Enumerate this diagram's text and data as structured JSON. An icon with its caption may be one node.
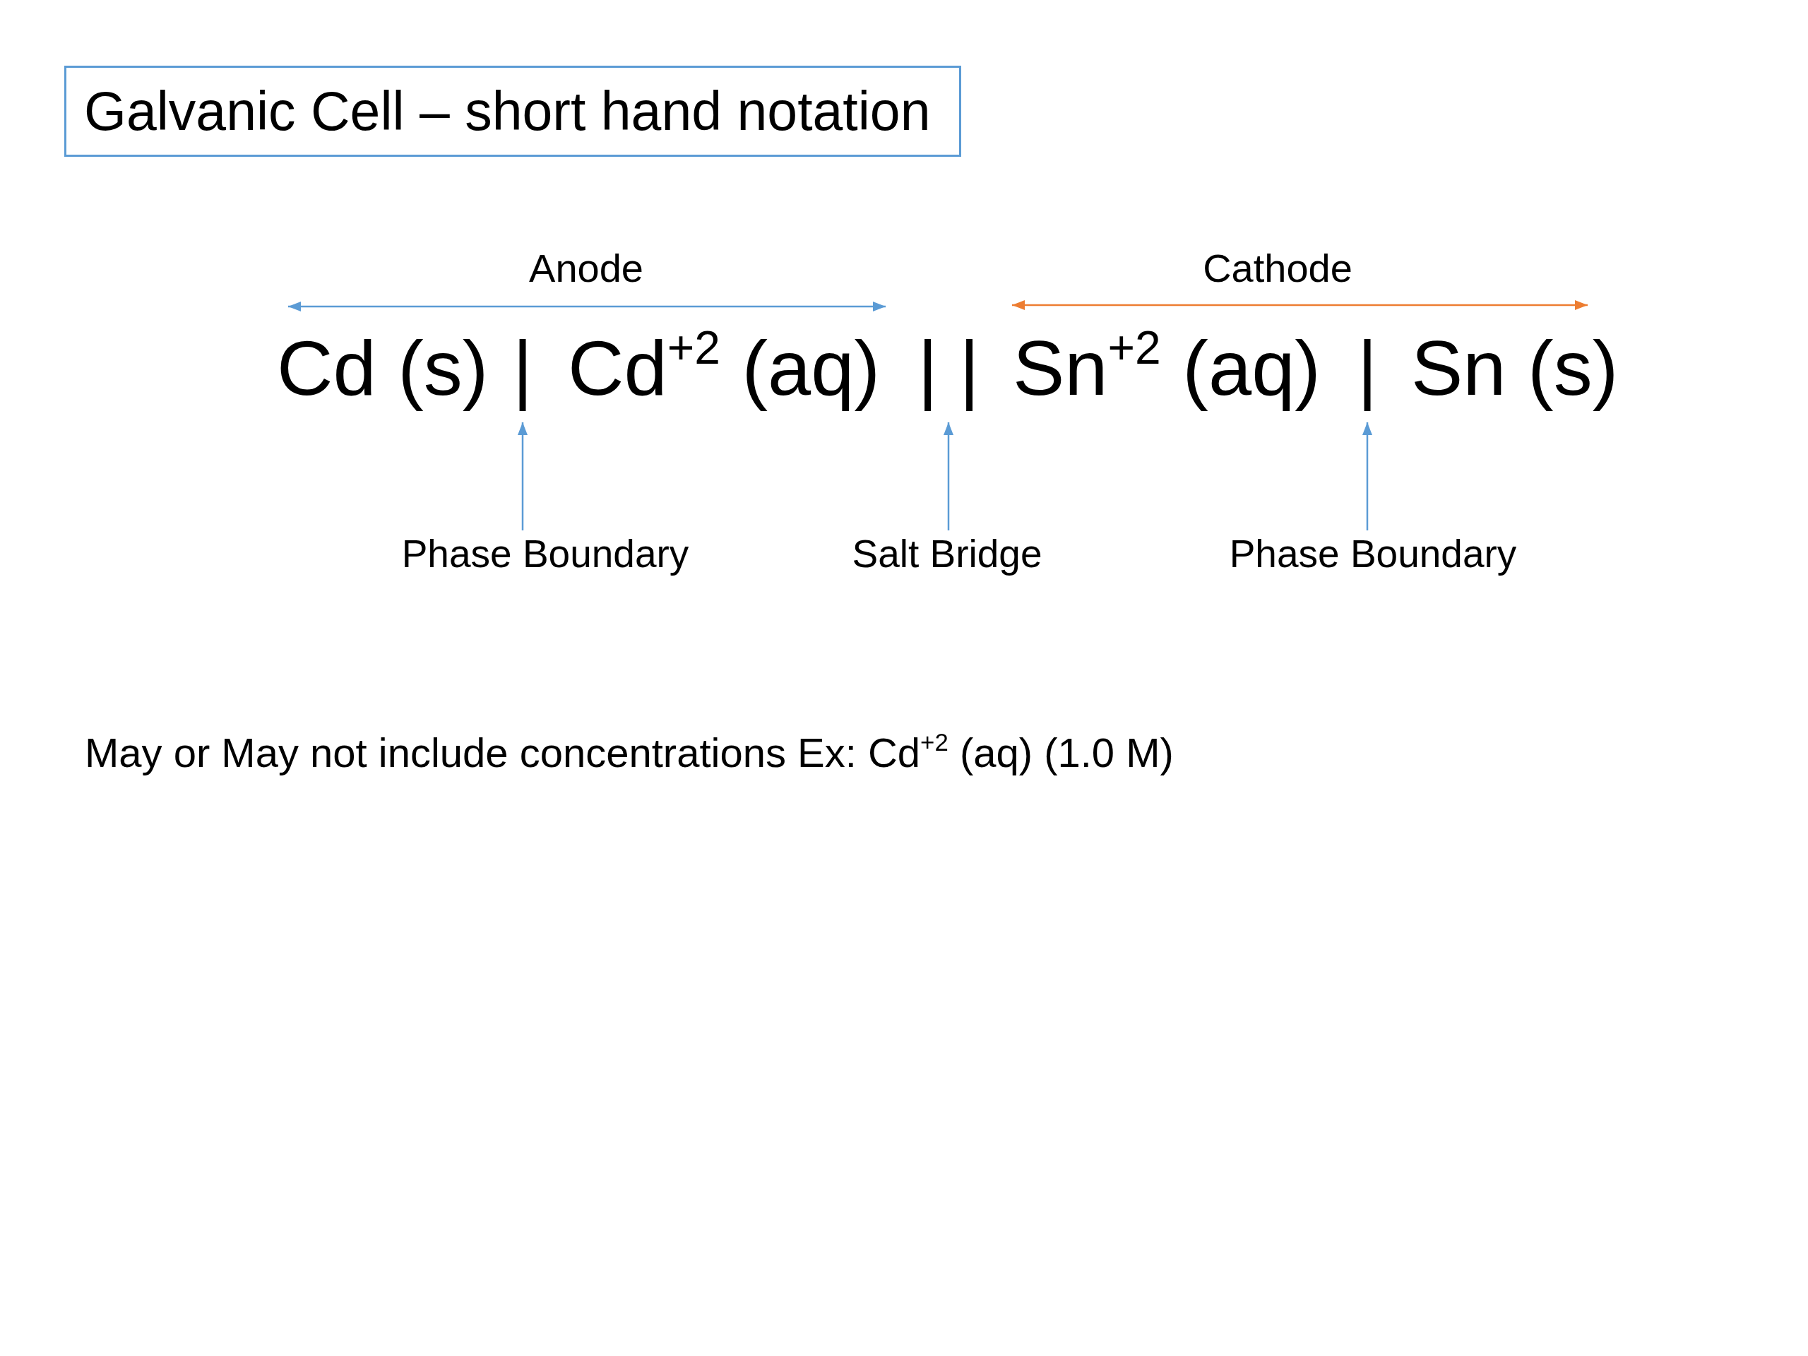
{
  "diagram": {
    "title": "Galvanic Cell – short hand notation",
    "nodes": [
      {
        "text": [
          "|"
        ]
      },
      {
        "text": [
          "| |"
        ]
      },
      {
        "text": [
          "|"
        ]
      },
      {
        "text": [
          "Phase Boundary"
        ]
      },
      {
        "text": [
          "Salt Bridge"
        ]
      },
      {
        "text": [
          "Phase Boundary"
        ]
      }
    ],
    "edges": [
      {
        "from": 3,
        "to": 0,
        "arrow": "to"
      },
      {
        "from": 4,
        "to": 1,
        "arrow": "to"
      },
      {
        "from": 5,
        "to": 2,
        "arrow": "to"
      }
    ],
    "labels": [
      "Anode",
      "Cathode",
      "Cd (s)",
      "Cd$^{+2}$ (aq)",
      "Sn$^{+2}$ (aq)",
      "Sn (s)",
      "May or May not include concentrations Ex: Cd$^{+2}$ (aq) (1.0 M)"
    ]
  }
}
